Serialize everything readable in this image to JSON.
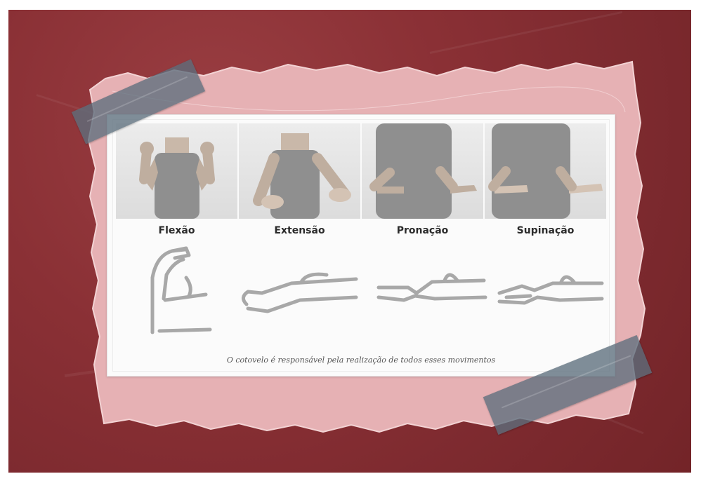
{
  "movements": [
    {
      "label": "Flexão"
    },
    {
      "label": "Extensão"
    },
    {
      "label": "Pronação"
    },
    {
      "label": "Supinação"
    }
  ],
  "caption": "O cotovelo é responsável pela realização de todos esses movimentos",
  "colors": {
    "board": "#8a3035",
    "paper": "#e8b4b6",
    "tape": "#5c6e7c",
    "card": "#fbfbfb",
    "sketch_stroke": "#9a9a9a"
  }
}
